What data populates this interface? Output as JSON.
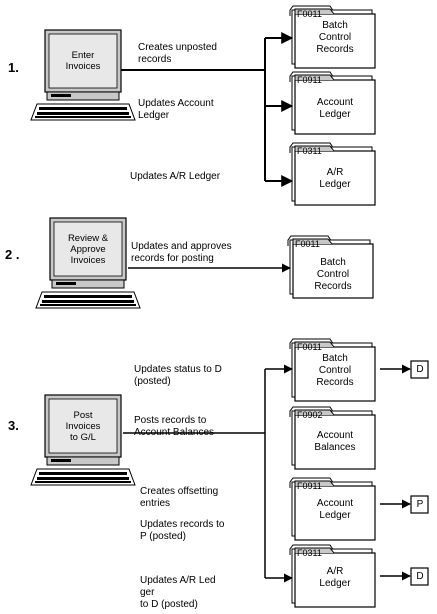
{
  "steps": [
    {
      "number": "1.",
      "computer_label": "Enter\nInvoices",
      "annotations": [
        "Creates unposted\nrecords",
        "Updates Account\nLedger",
        "Updates A/R Ledger"
      ],
      "files": [
        {
          "code": "F0011",
          "title": "Batch\nControl\nRecords"
        },
        {
          "code": "F0911",
          "title": "Account\nLedger"
        },
        {
          "code": "F0311",
          "title": "A/R\nLedger"
        }
      ]
    },
    {
      "number": "2 .",
      "computer_label": "Review &\nApprove\nInvoices",
      "annotations": [
        "Updates and approves\nrecords for posting"
      ],
      "files": [
        {
          "code": "F0011",
          "title": "Batch\nControl\nRecords"
        }
      ]
    },
    {
      "number": "3.",
      "computer_label": "Post\nInvoices\nto G/L",
      "annotations": [
        "Updates status to D\n(posted)",
        "Posts records to\nAccount Balances",
        "Creates offsetting\nentries",
        "Updates records to\nP (posted)",
        "Updates A/R Led\nger\nto D (posted)"
      ],
      "files": [
        {
          "code": "F0011",
          "title": "Batch\nControl\nRecords",
          "status": "D"
        },
        {
          "code": "F0902",
          "title": "Account\nBalances"
        },
        {
          "code": "F0911",
          "title": "Account\nLedger",
          "status": "P"
        },
        {
          "code": "F0311",
          "title": "A/R\nLedger",
          "status": "D"
        }
      ]
    }
  ]
}
